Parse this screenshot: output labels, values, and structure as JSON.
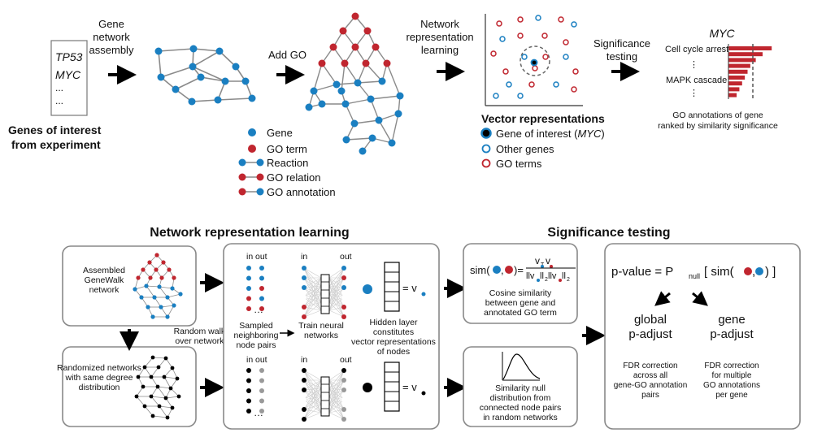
{
  "top": {
    "input_genes": [
      "TP53",
      "MYC",
      "...",
      "..."
    ],
    "genes_of_interest_line1": "Genes of interest",
    "genes_of_interest_line2": "from experiment",
    "step_gene_network": [
      "Gene",
      "network",
      "assembly"
    ],
    "step_add_go": "Add GO",
    "step_nrl": [
      "Network",
      "representation",
      "learning"
    ],
    "step_sig": [
      "Significance",
      "testing"
    ],
    "legend": {
      "gene": "Gene",
      "go_term": "GO term",
      "reaction": "Reaction",
      "go_relation": "GO relation",
      "go_annotation": "GO annotation"
    },
    "vector_title": "Vector representations",
    "vector_legend": {
      "goi_prefix": "Gene of interest (",
      "goi_gene": "MYC",
      "goi_suffix": ")",
      "other": "Other genes",
      "go_terms": "GO terms"
    },
    "myc_title": "MYC",
    "myc_labels": [
      "Cell cycle arrest",
      "MAPK cascade"
    ],
    "myc_bar_values": [
      0.95,
      0.75,
      0.6,
      0.48,
      0.42,
      0.36,
      0.3,
      0.24,
      0.18
    ],
    "myc_caption": [
      "GO annotations of gene",
      "ranked by similarity significance"
    ]
  },
  "bottom": {
    "title_nrl": "Network representation learning",
    "title_sig": "Significance testing",
    "assembled_net": [
      "Assembled",
      "GeneWalk",
      "network"
    ],
    "randomized_net": [
      "Randomized networks",
      "with same degree",
      "distribution"
    ],
    "random_walks": [
      "Random walks",
      "over networks"
    ],
    "in_label": "in",
    "out_label": "out",
    "sampled": [
      "Sampled",
      "neighboring",
      "node pairs"
    ],
    "train": [
      "Train neural",
      "networks"
    ],
    "hidden": [
      "Hidden layer",
      "constitutes",
      "vector representations",
      "of nodes"
    ],
    "vec_eq": "= v",
    "cosine_caption": [
      "Cosine similarity",
      "between gene and",
      "annotated GO term"
    ],
    "null_caption": [
      "Similarity null",
      "distribution from",
      "connected node pairs",
      "in random networks"
    ],
    "pvalue_prefix": "p-value = P",
    "pvalue_null": "null",
    "pvalue_mid": " [ sim(",
    "pvalue_end": ") ]",
    "sim_prefix": "sim(",
    "global": [
      "global",
      "p-adjust"
    ],
    "gene_adj": [
      "gene",
      "p-adjust"
    ],
    "global_caption": [
      "FDR correction",
      "across all",
      "gene-GO annotation",
      "pairs"
    ],
    "gene_caption": [
      "FDR correction",
      "for multiple",
      "GO annotations",
      "per gene"
    ]
  },
  "colors": {
    "gene_blue": "#1a7fc1",
    "go_red": "#c0262f",
    "edge_gray": "#8a8a8a",
    "black": "#000000"
  }
}
